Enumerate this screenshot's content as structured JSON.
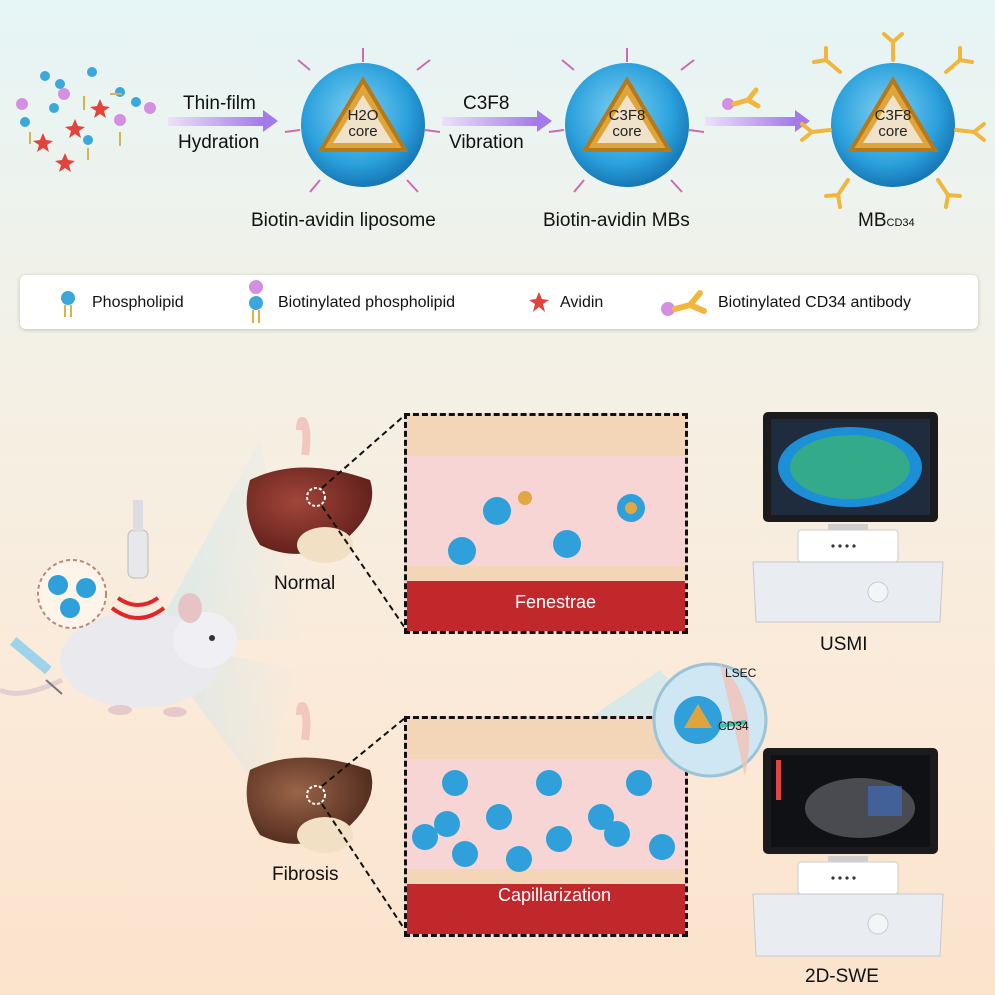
{
  "top": {
    "step1_line1": "Thin-film",
    "step1_line2": "Hydration",
    "step2_line1": "C3F8",
    "step2_line2": "Vibration",
    "core_h2o": "H2O",
    "core_c3f8": "C3F8",
    "core_word": "core",
    "label_liposome": "Biotin-avidin liposome",
    "label_mbs": "Biotin-avidin MBs",
    "label_mbcd34_main": "MB",
    "label_mbcd34_sub": "CD34"
  },
  "legend": {
    "phospholipid": "Phospholipid",
    "biotinylated_phospholipid": "Biotinylated phospholipid",
    "avidin": "Avidin",
    "biotinylated_cd34": "Biotinylated CD34 antibody"
  },
  "bottom": {
    "normal_label": "Normal",
    "fibrosis_label": "Fibrosis",
    "fenestrae_label": "Fenestrae",
    "capillarization_label": "Capillarization",
    "lsec_label": "LSEC",
    "cd34_label": "CD34",
    "usmi_label": "USMI",
    "swe_label": "2D-SWE"
  },
  "colors": {
    "mb_blue": "#2fa0d9",
    "shell_gold": "#d99a2b",
    "arrow_purple": "#a77be6",
    "liver_normal": "#7a2a22",
    "liver_fibrosis": "#6b3a28",
    "vessel_red": "#c0282c"
  }
}
